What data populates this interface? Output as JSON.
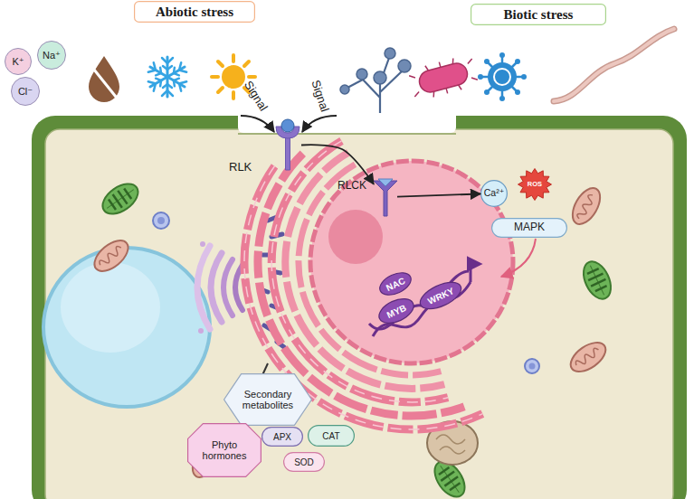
{
  "diagram": {
    "nodes": [
      {
        "text": [
          "Abiotic stress"
        ]
      },
      {
        "text": [
          "Biotic stress"
        ]
      },
      {
        "text": [
          "K⁺"
        ]
      },
      {
        "text": [
          "Na⁺"
        ]
      },
      {
        "text": [
          "Cl⁻"
        ]
      },
      {
        "text": [
          "RLK"
        ]
      },
      {
        "text": [
          "RLCK"
        ]
      },
      {
        "text": [
          "Ca²⁺"
        ]
      },
      {
        "text": [
          "ROS"
        ]
      },
      {
        "text": [
          "MAPK"
        ]
      },
      {
        "text": [
          "NAC"
        ]
      },
      {
        "text": [
          "MYB"
        ]
      },
      {
        "text": [
          "WRKY"
        ]
      },
      {
        "text": [
          "Secondary metabolites"
        ]
      },
      {
        "text": [
          "Phyto hormones"
        ]
      },
      {
        "text": [
          "APX"
        ]
      },
      {
        "text": [
          "CAT"
        ]
      },
      {
        "text": [
          "SOD"
        ]
      }
    ],
    "edges": [
      {
        "from": 5,
        "to": 6,
        "arrow": "to"
      },
      {
        "from": 6,
        "to": 7,
        "arrow": "to"
      }
    ],
    "labels": [
      "Signal",
      "Signal"
    ]
  }
}
